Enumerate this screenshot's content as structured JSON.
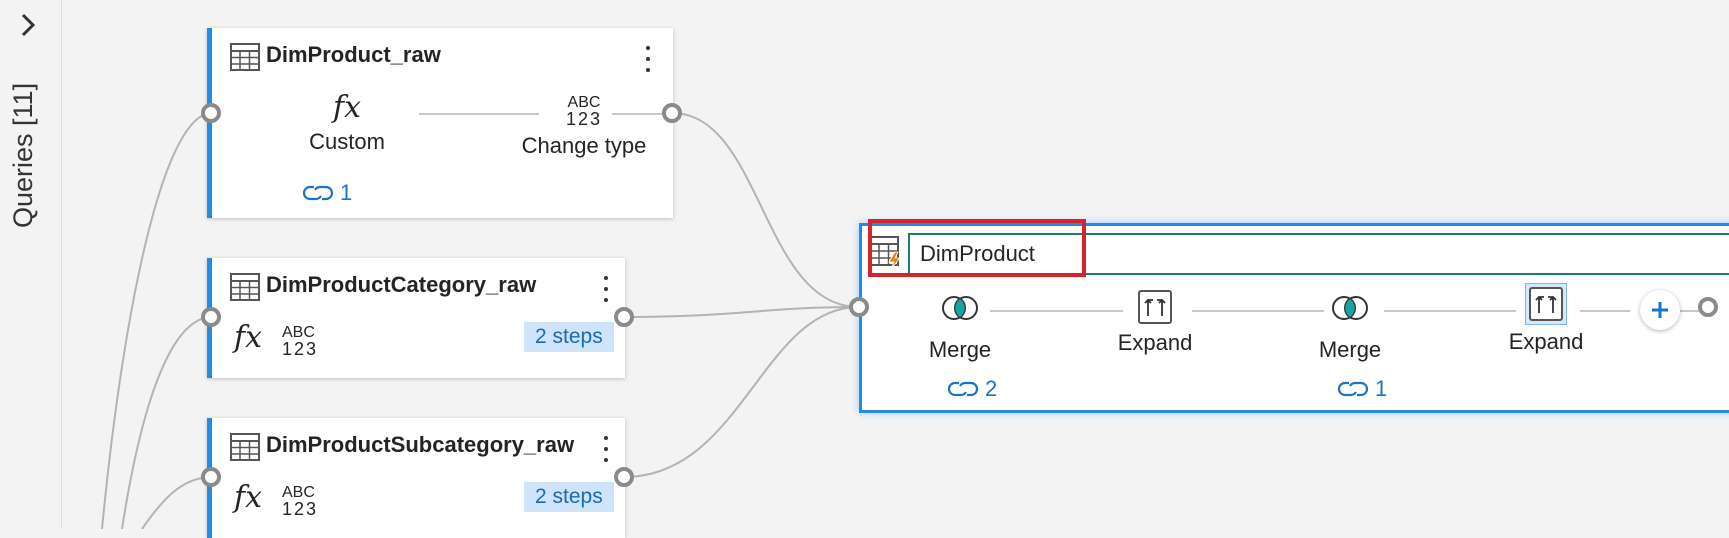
{
  "sidebar": {
    "title": "Queries [11]"
  },
  "queries": [
    {
      "name": "DimProduct_raw",
      "steps": [
        {
          "label": "Custom",
          "icon": "fx-icon"
        },
        {
          "label": "Change type",
          "icon": "abc-123-icon"
        }
      ],
      "link_count": "1"
    },
    {
      "name": "DimProductCategory_raw",
      "step_summary": "2 steps"
    },
    {
      "name": "DimProductSubcategory_raw",
      "step_summary": "2 steps"
    }
  ],
  "type_icon_text": {
    "top": "ABC",
    "bottom": "123"
  },
  "fx_text": "fx",
  "main_query": {
    "name": "DimProduct",
    "steps": [
      {
        "label": "Merge",
        "icon": "merge-icon",
        "link_count": "2"
      },
      {
        "label": "Expand",
        "icon": "expand-icon"
      },
      {
        "label": "Merge",
        "icon": "merge-icon",
        "link_count": "1"
      },
      {
        "label": "Expand",
        "icon": "expand-icon",
        "selected": true
      }
    ]
  },
  "colors": {
    "accent": "#1e8ce8",
    "highlight": "#d7232b",
    "input_border": "#1f7a6a",
    "link": "#1a73c9",
    "badge_bg": "#cfe4fa"
  }
}
